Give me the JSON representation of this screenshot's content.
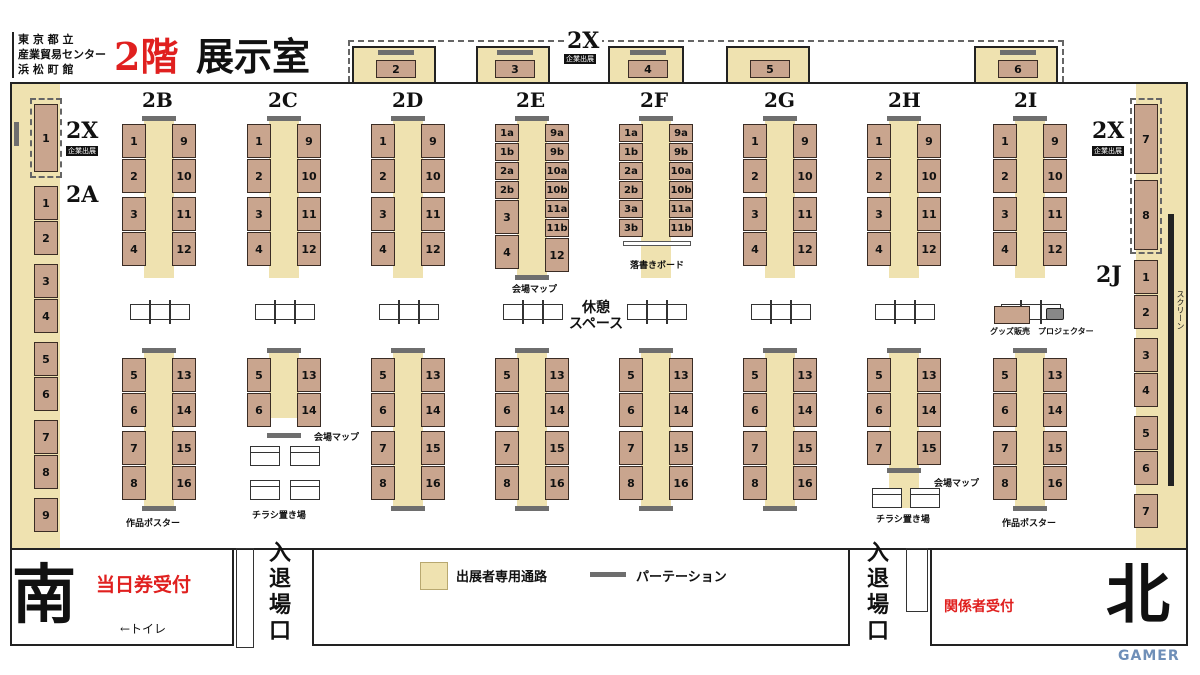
{
  "header": {
    "venue_name_lines": [
      "東 京 都 立",
      "産業貿易センター",
      "浜 松 町 館"
    ],
    "floor_label": "2階",
    "room_label": "展示室"
  },
  "blocks": [
    {
      "label": "2B",
      "top_left": [
        "1",
        "2",
        "3",
        "4"
      ],
      "top_right": [
        "9",
        "10",
        "11",
        "12"
      ],
      "bottom_left": [
        "5",
        "6",
        "7",
        "8"
      ],
      "bottom_right": [
        "13",
        "14",
        "15",
        "16"
      ]
    },
    {
      "label": "2C",
      "top_left": [
        "1",
        "2",
        "3",
        "4"
      ],
      "top_right": [
        "9",
        "10",
        "11",
        "12"
      ],
      "bottom_left": [
        "5",
        "6"
      ],
      "bottom_right": [
        "13",
        "14"
      ]
    },
    {
      "label": "2D",
      "top_left": [
        "1",
        "2",
        "3",
        "4"
      ],
      "top_right": [
        "9",
        "10",
        "11",
        "12"
      ],
      "bottom_left": [
        "5",
        "6",
        "7",
        "8"
      ],
      "bottom_right": [
        "13",
        "14",
        "15",
        "16"
      ]
    },
    {
      "label": "2E",
      "top_left": [
        "1a",
        "1b",
        "2a",
        "2b",
        "3",
        "4"
      ],
      "top_right": [
        "9a",
        "9b",
        "10a",
        "10b",
        "11a",
        "11b",
        "12"
      ],
      "bottom_left": [
        "5",
        "6",
        "7",
        "8"
      ],
      "bottom_right": [
        "13",
        "14",
        "15",
        "16"
      ]
    },
    {
      "label": "2F",
      "top_left": [
        "1a",
        "1b",
        "2a",
        "2b",
        "3a",
        "3b"
      ],
      "top_right": [
        "9a",
        "9b",
        "10a",
        "10b",
        "11a",
        "11b"
      ],
      "bottom_left": [
        "5",
        "6",
        "7",
        "8"
      ],
      "bottom_right": [
        "13",
        "14",
        "15",
        "16"
      ]
    },
    {
      "label": "2G",
      "top_left": [
        "1",
        "2",
        "3",
        "4"
      ],
      "top_right": [
        "9",
        "10",
        "11",
        "12"
      ],
      "bottom_left": [
        "5",
        "6",
        "7",
        "8"
      ],
      "bottom_right": [
        "13",
        "14",
        "15",
        "16"
      ]
    },
    {
      "label": "2H",
      "top_left": [
        "1",
        "2",
        "3",
        "4"
      ],
      "top_right": [
        "9",
        "10",
        "11",
        "12"
      ],
      "bottom_left": [
        "5",
        "6",
        "7"
      ],
      "bottom_right": [
        "13",
        "14",
        "15"
      ]
    },
    {
      "label": "2I",
      "top_left": [
        "1",
        "2",
        "3",
        "4"
      ],
      "top_right": [
        "9",
        "10",
        "11",
        "12"
      ],
      "bottom_left": [
        "5",
        "6",
        "7",
        "8"
      ],
      "bottom_right": [
        "13",
        "14",
        "15",
        "16"
      ]
    }
  ],
  "top_alcoves": [
    "2",
    "3",
    "4",
    "5",
    "6"
  ],
  "zone_2x": {
    "label": "2X",
    "badge": "企業出展"
  },
  "left_2x_table": "1",
  "right_2x_tables": [
    "7",
    "8"
  ],
  "zone_2a": {
    "label": "2A",
    "tables": [
      "1",
      "2",
      "3",
      "4",
      "5",
      "6",
      "7",
      "8",
      "9"
    ]
  },
  "zone_2j": {
    "label": "2J",
    "tables": [
      "1",
      "2",
      "3",
      "4",
      "5",
      "6",
      "7"
    ]
  },
  "annotations": {
    "venue_map": "会場マップ",
    "graffiti_board": "落書きボード",
    "rest_space": "休憩\nスペース",
    "goods": "グッズ販売",
    "projector": "プロジェクター",
    "screen": "スクリーン",
    "poster": "作品ポスター",
    "flyers": "チラシ置き場"
  },
  "entrance": "入退場口",
  "south": {
    "label": "南",
    "reception": "当日券受付",
    "toilet": "←トイレ"
  },
  "north": {
    "label": "北",
    "reception": "関係者受付"
  },
  "legend": {
    "aisle": "出展者専用通路",
    "partition": "パーテーション"
  },
  "watermark": "GAMER",
  "colors": {
    "aisle": "#efe2b0",
    "table": "#c9a58e",
    "accent_red": "#e0201f",
    "partition": "#6e6e6e"
  }
}
